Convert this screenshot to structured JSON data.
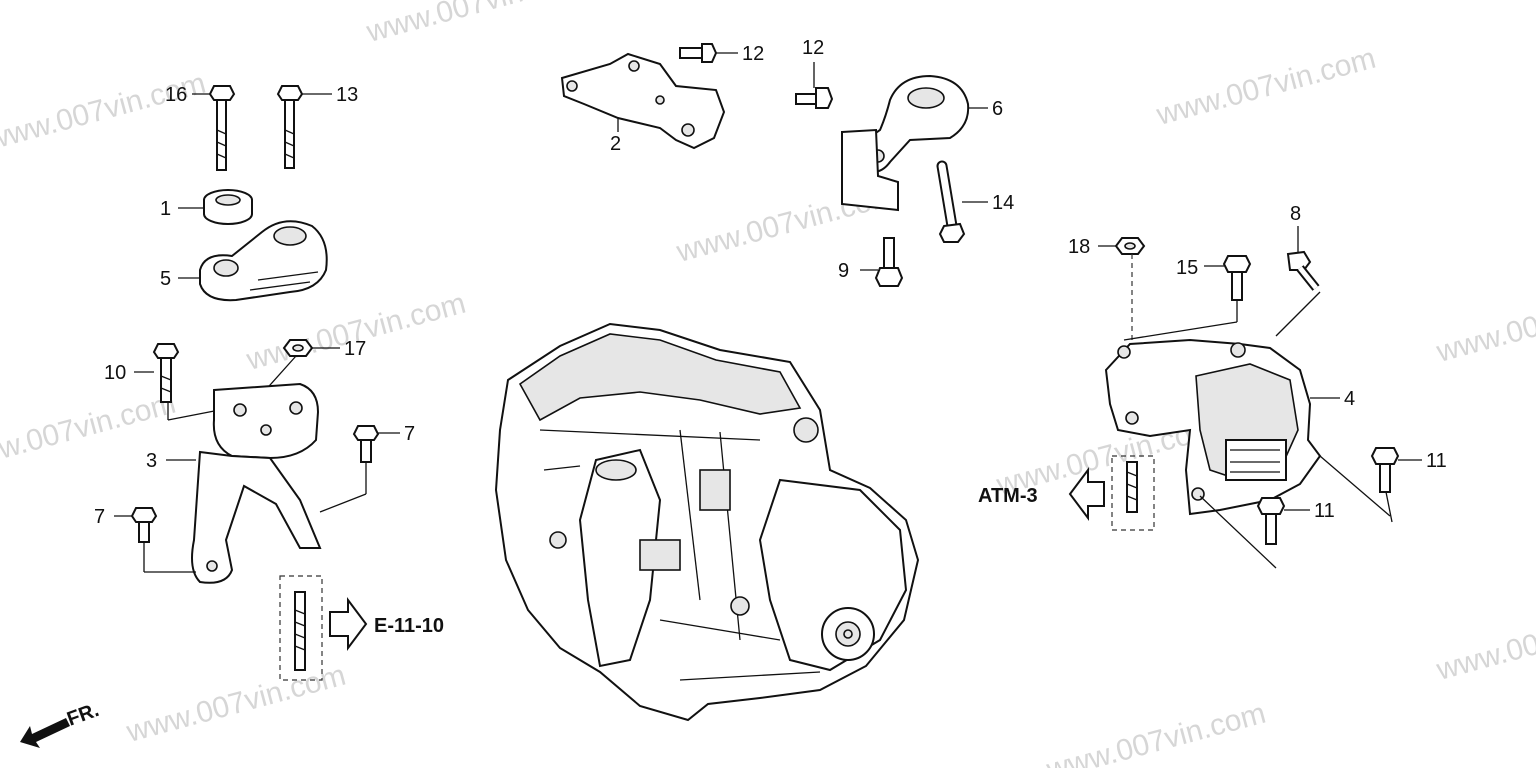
{
  "watermark": "www.007vin.com",
  "callouts": {
    "c1": "1",
    "c2": "2",
    "c3": "3",
    "c4": "4",
    "c5": "5",
    "c6": "6",
    "c7a": "7",
    "c7b": "7",
    "c8": "8",
    "c9": "9",
    "c10": "10",
    "c11a": "11",
    "c11b": "11",
    "c12a": "12",
    "c12b": "12",
    "c13": "13",
    "c14": "14",
    "c15": "15",
    "c16": "16",
    "c17": "17",
    "c18": "18"
  },
  "references": {
    "ref_e": "E-11-10",
    "ref_atm": "ATM-3",
    "front": "FR."
  }
}
